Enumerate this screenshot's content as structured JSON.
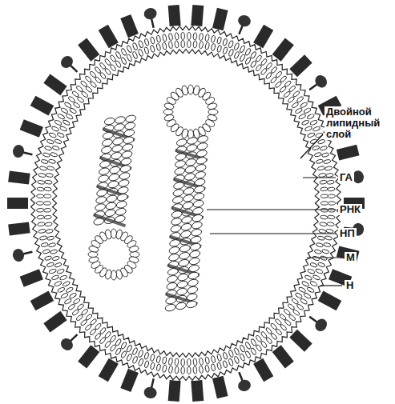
{
  "diagram": {
    "labels": [
      "Двойной липидный слой",
      "ГА",
      "РНК",
      "НП",
      "М",
      "Н"
    ]
  }
}
